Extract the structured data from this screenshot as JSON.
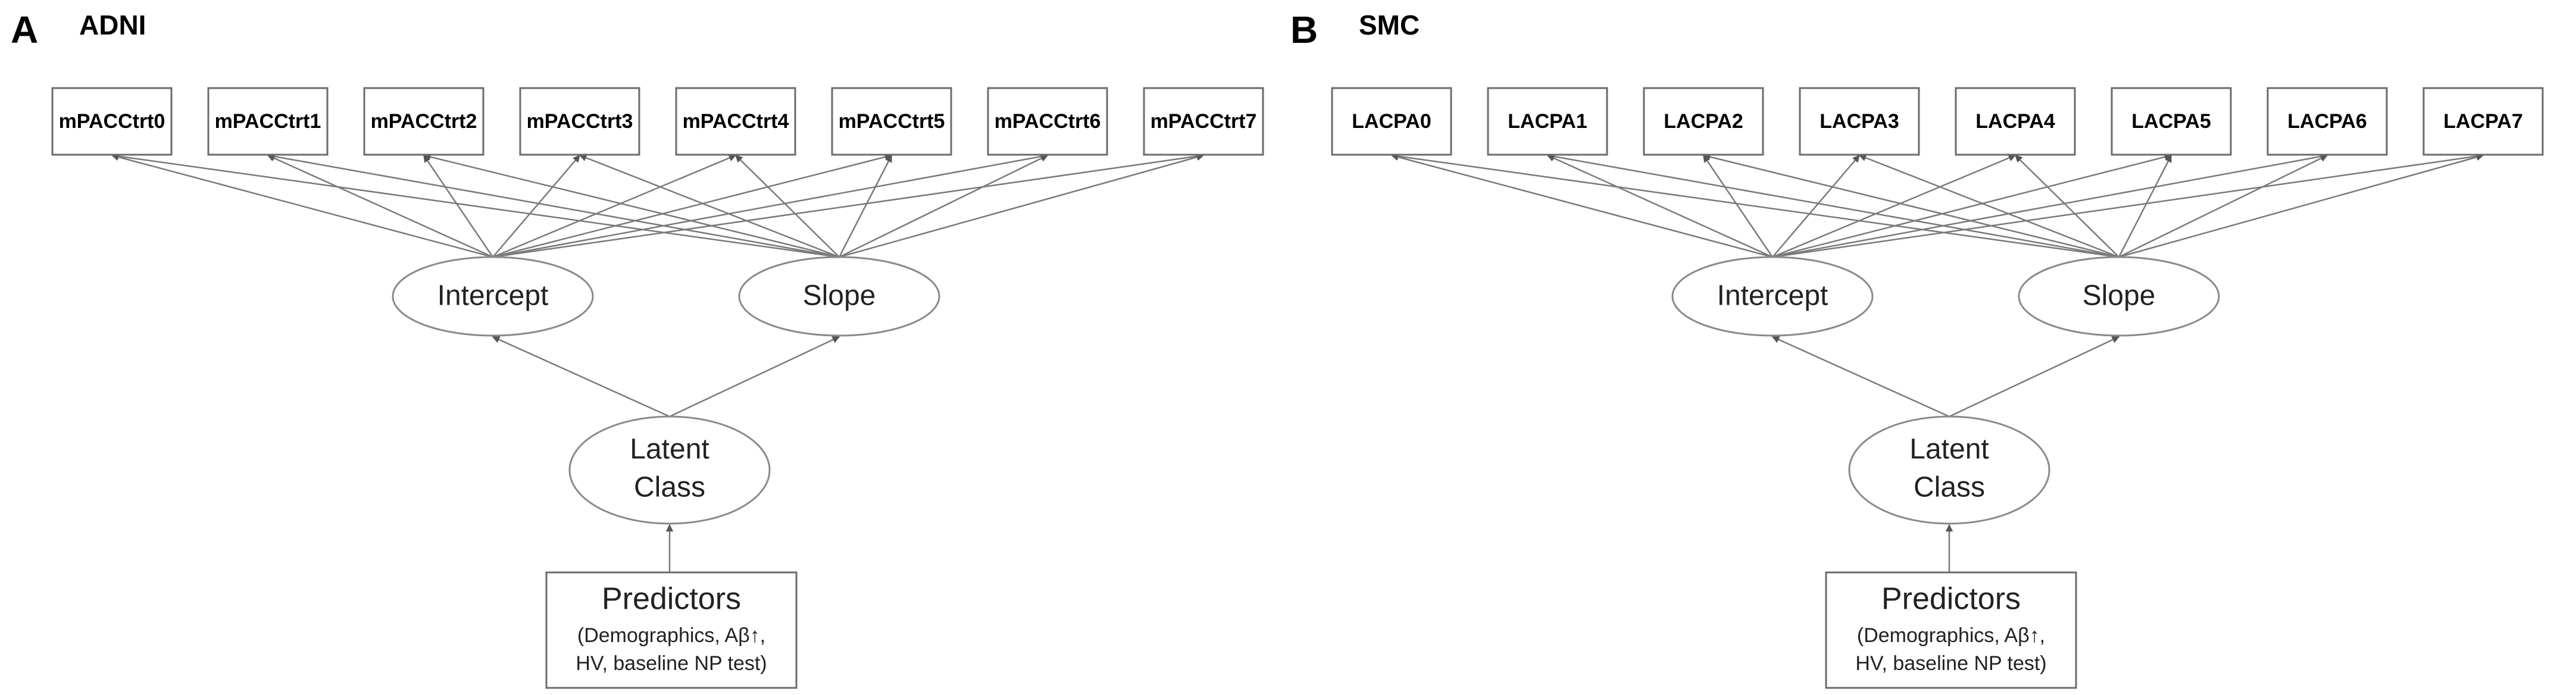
{
  "panels": [
    {
      "letter": "A",
      "title": "ADNI",
      "indicators": [
        "mPACCtrt0",
        "mPACCtrt1",
        "mPACCtrt2",
        "mPACCtrt3",
        "mPACCtrt4",
        "mPACCtrt5",
        "mPACCtrt6",
        "mPACCtrt7"
      ],
      "intercept_label": "Intercept",
      "slope_label": "Slope",
      "latent_class_label": [
        "Latent",
        "Class"
      ],
      "predictors_title": "Predictors",
      "predictors_detail": [
        "(Demographics, Aβ↑,",
        "HV, baseline NP test)"
      ]
    },
    {
      "letter": "B",
      "title": "SMC",
      "indicators": [
        "LACPA0",
        "LACPA1",
        "LACPA2",
        "LACPA3",
        "LACPA4",
        "LACPA5",
        "LACPA6",
        "LACPA7"
      ],
      "intercept_label": "Intercept",
      "slope_label": "Slope",
      "latent_class_label": [
        "Latent",
        "Class"
      ],
      "predictors_title": "Predictors",
      "predictors_detail": [
        "(Demographics, Aβ↑,",
        "HV, baseline NP test)"
      ]
    }
  ]
}
